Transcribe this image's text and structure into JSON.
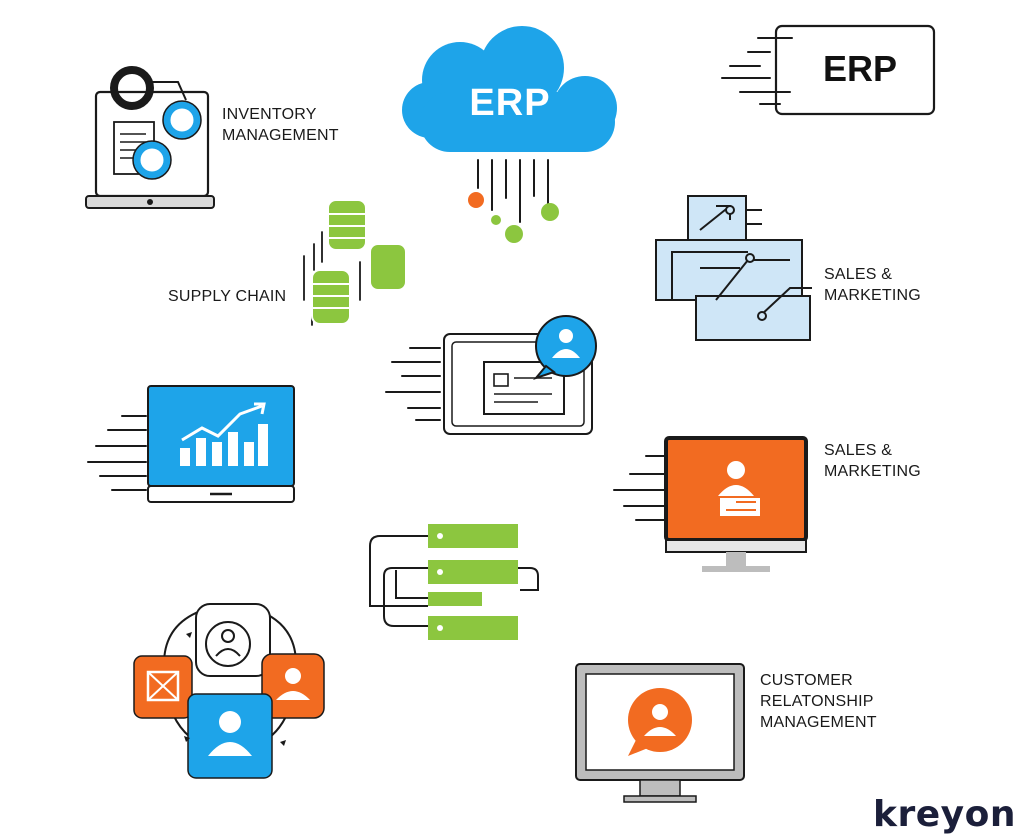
{
  "cloud": {
    "title": "ERP"
  },
  "erp_box": {
    "title": "ERP"
  },
  "modules": {
    "inventory": {
      "line1": "INVENTORY",
      "line2": "MANAGEMENT"
    },
    "supply_chain": {
      "label": "SUPPLY CHAIN"
    },
    "sales_marketing_1": {
      "line1": "SALES &",
      "line2": "MARKETING"
    },
    "sales_marketing_2": {
      "line1": "SALES &",
      "line2": "MARKETING"
    },
    "crm": {
      "line1": "CUSTOMER",
      "line2": "RELATONSHIP",
      "line3": "MANAGEMENT"
    }
  },
  "brand": {
    "logo_text": "kreyon"
  },
  "colors": {
    "blue": "#1ea4e9",
    "orange": "#f26b21",
    "green": "#8cc63f",
    "light_blue": "#cfe6f7",
    "dark": "#1a1a1a"
  },
  "icons": [
    "cloud-icon",
    "laptop-gears-icon",
    "database-icon",
    "schematic-icon",
    "contact-card-icon",
    "growth-chart-monitor-icon",
    "user-monitor-icon",
    "server-rack-icon",
    "user-network-icon",
    "crm-monitor-icon"
  ]
}
